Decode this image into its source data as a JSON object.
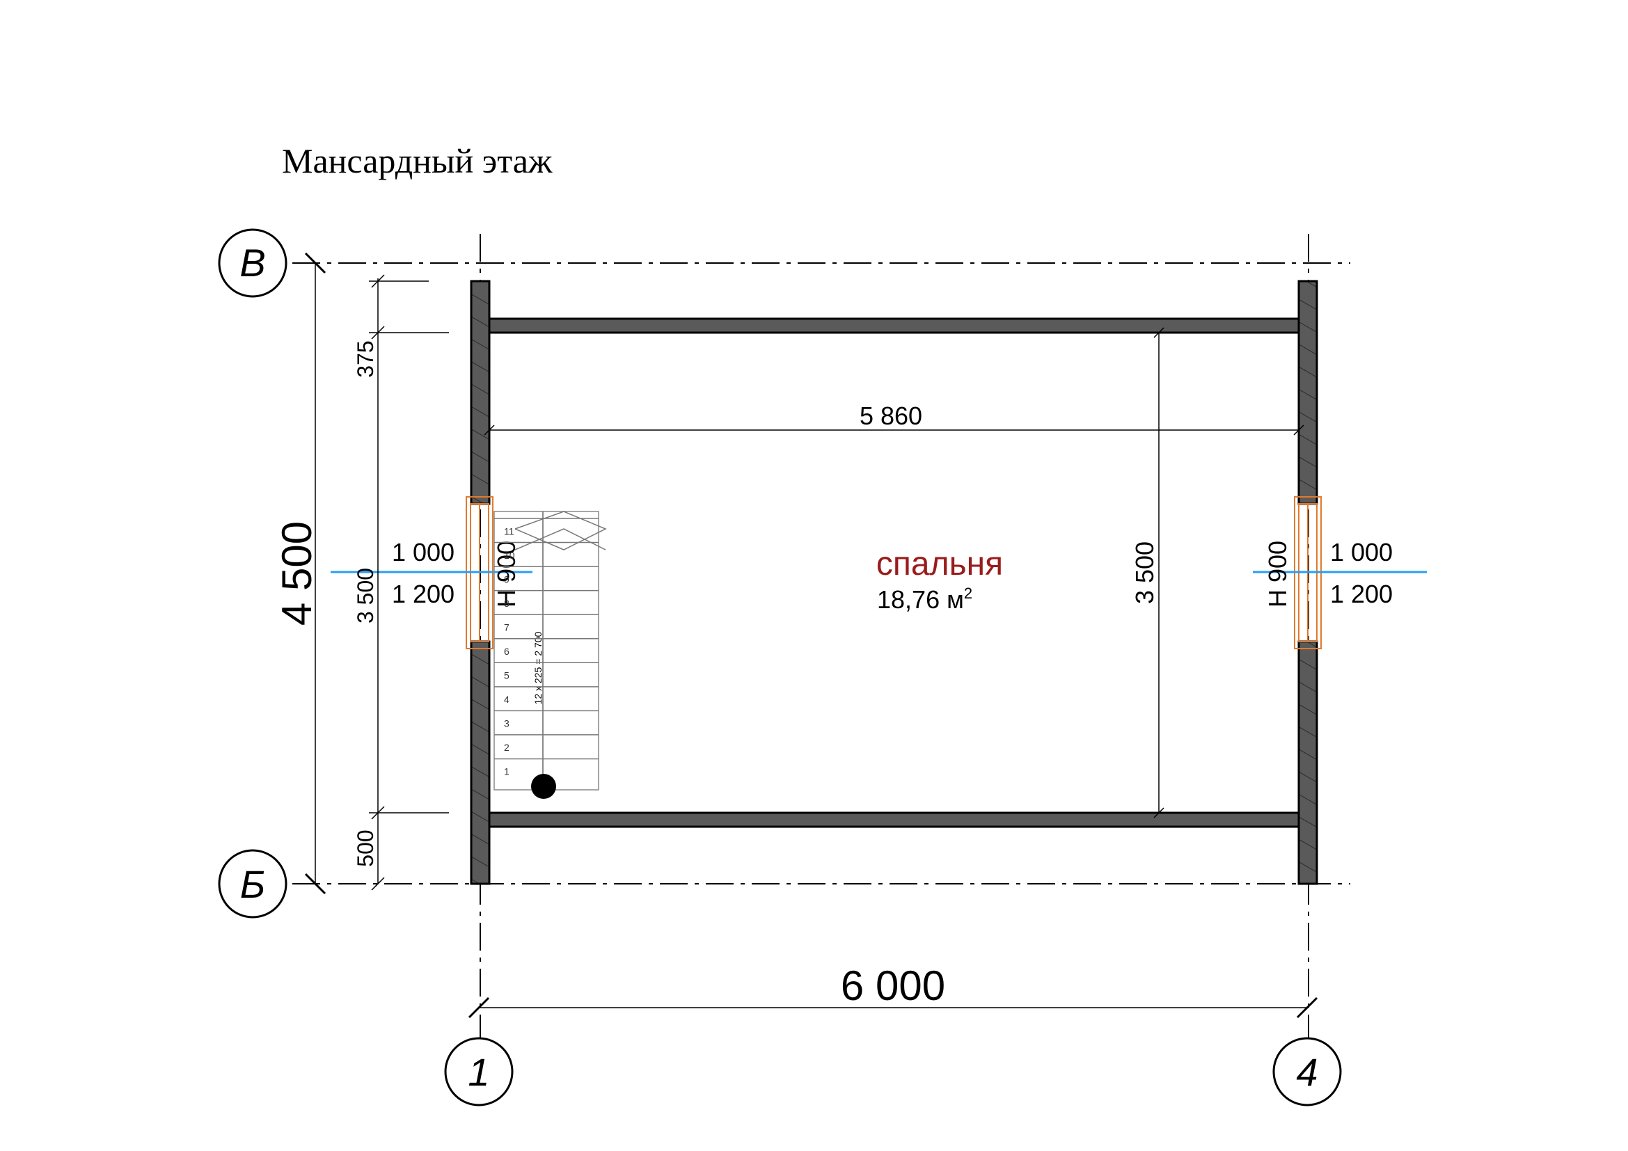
{
  "title": "Мансардный этаж",
  "axes": {
    "row_top": "В",
    "row_bottom": "Б",
    "col_left": "1",
    "col_right": "4"
  },
  "dimensions": {
    "overall_width": "6 000",
    "overall_height": "4 500",
    "inner_width": "5 860",
    "inner_height": "3 500",
    "left_chain_top": "375",
    "left_chain_mid": "3 500",
    "left_chain_bottom": "500"
  },
  "windows": {
    "left": {
      "width": "1 000",
      "height": "1 200",
      "sill": "Н 900"
    },
    "right": {
      "width": "1 000",
      "height": "1 200",
      "sill": "Н 900"
    }
  },
  "room": {
    "name": "спальня",
    "area": "18,76 м",
    "area_sup": "2"
  },
  "stair": {
    "formula": "12 х 225 = 2 700",
    "steps": [
      "1",
      "2",
      "3",
      "4",
      "5",
      "6",
      "7",
      "8",
      "9",
      "10",
      "11"
    ]
  },
  "colors": {
    "wall_fill": "#5a5a5a",
    "room_name": "#9a1c1c",
    "window_frame": "#e07a2e",
    "section_line": "#2a9df4"
  }
}
